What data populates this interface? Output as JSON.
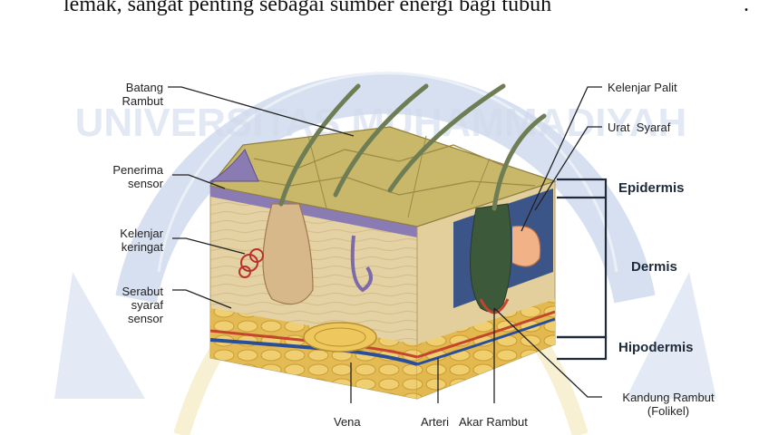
{
  "caption": {
    "text": "lemak, sangat penting sebagai sumber energi bagi tubuh",
    "tail": "."
  },
  "labels": {
    "batang_rambut": [
      "Batang",
      "Rambut"
    ],
    "penerima_sensor": [
      "Penerima",
      "sensor"
    ],
    "kelenjar_keringat": [
      "Kelenjar",
      "keringat"
    ],
    "serabut_syaraf_sensor": [
      "Serabut",
      "syaraf",
      "sensor"
    ],
    "kelenjar_palit": "Kelenjar Palit",
    "urat_syaraf": "Urat  Syaraf",
    "kandung_rambut": [
      "Kandung Rambut",
      "(Folikel)"
    ],
    "vena": "Vena",
    "arteri": "Arteri",
    "akar_rambut": "Akar Rambut"
  },
  "layers": {
    "epidermis": "Epidermis",
    "dermis": "Dermis",
    "hipodermis": "Hipodermis"
  },
  "watermark": {
    "text": "UNIVERSITAS MUHAMMADIYAH"
  },
  "colors": {
    "watermark_blue": "#b8c8e4",
    "fat_yellow": "#e8c45c",
    "dermis_cream": "#e6d3a3",
    "epidermis_olive": "#c9b86a",
    "nerve_purple": "#7d6aa8",
    "artery_red": "#c4442e",
    "vein_blue": "#2a4f9a",
    "hair_green": "#6f7d55"
  }
}
